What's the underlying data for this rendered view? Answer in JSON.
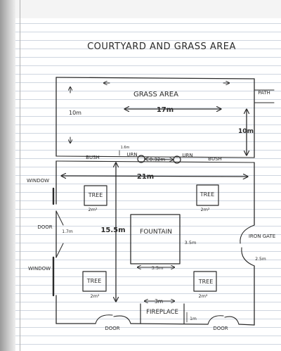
{
  "title": "COURTYARD AND GRASS AREA",
  "grass": {
    "label": "GRASS AREA",
    "width": "17m",
    "left_height": "10m",
    "right_height": "10m"
  },
  "path_label": "PATH",
  "border": {
    "bush_left": "BUSH",
    "bush_right": "BUSH",
    "urn_left": "URN",
    "urn_right": "URN",
    "gap": "0.32m",
    "small_dim": "1.6m"
  },
  "courtyard": {
    "width": "21m",
    "height": "15.5m"
  },
  "trees": [
    {
      "label": "TREE",
      "size": "2m²"
    },
    {
      "label": "TREE",
      "size": "2m²"
    },
    {
      "label": "TREE",
      "size": "2m²"
    },
    {
      "label": "TREE",
      "size": "2m²"
    }
  ],
  "fountain": {
    "label": "FOUNTAIN",
    "side": "3.5m",
    "bottom": "3.5m"
  },
  "fireplace": {
    "label": "FIREPLACE",
    "width": "3m",
    "depth": "1m"
  },
  "left_wall": {
    "window_top": "WINDOW",
    "door": "DOOR",
    "door_width": "1.7m",
    "window_bottom": "WINDOW"
  },
  "right_wall": {
    "gate": "IRON GATE",
    "gate_width": "2.5m"
  },
  "bottom_doors": {
    "left": "DOOR",
    "right": "DOOR"
  }
}
